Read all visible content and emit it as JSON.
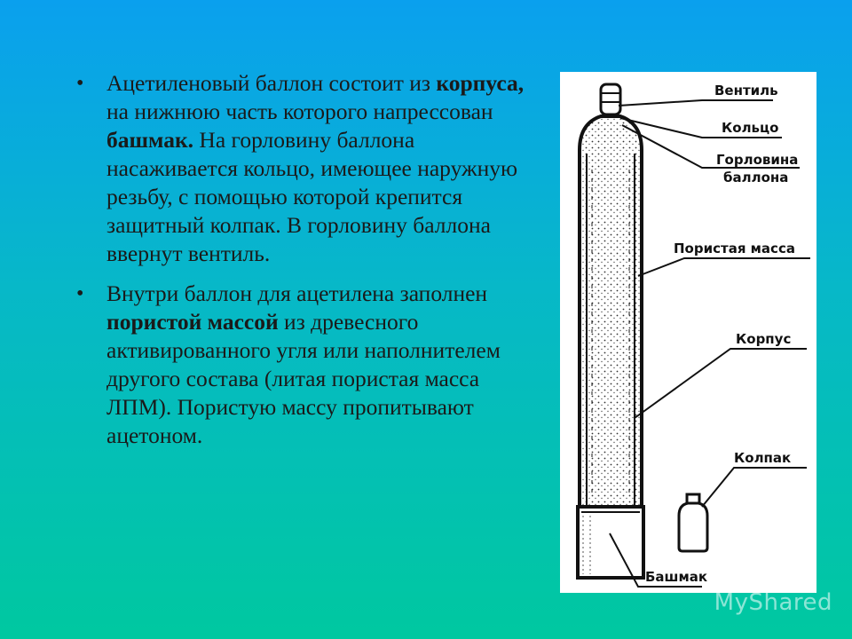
{
  "bullets": [
    {
      "parts": [
        {
          "text": "Ацетиленовый баллон состоит из ",
          "bold": false
        },
        {
          "text": "корпуса,",
          "bold": true
        },
        {
          "text": " на нижнюю часть которого напрессован ",
          "bold": false
        },
        {
          "text": "башмак.",
          "bold": true
        },
        {
          "text": " На горловину баллона насаживается кольцо, имеющее наружную резьбу, с помощью которой крепится защитный колпак. В горловину баллона ввернут вентиль.",
          "bold": false
        }
      ]
    },
    {
      "parts": [
        {
          "text": "Внутри баллон для ацетилена заполнен ",
          "bold": false
        },
        {
          "text": "пористой массой",
          "bold": true
        },
        {
          "text": " из древесного активированного угля или наполнителем другого состава (литая пористая масса ЛПМ). Пористую массу пропитывают ацетоном.",
          "bold": false
        }
      ]
    }
  ],
  "bullet_symbol": "•",
  "diagram": {
    "labels": {
      "valve": "Вентиль",
      "ring": "Кольцо",
      "neck_line1": "Горловина",
      "neck_line2": "баллона",
      "porous_mass": "Пористая масса",
      "body": "Корпус",
      "cap": "Колпак",
      "shoe": "Башмак"
    }
  },
  "watermark": "MyShared"
}
